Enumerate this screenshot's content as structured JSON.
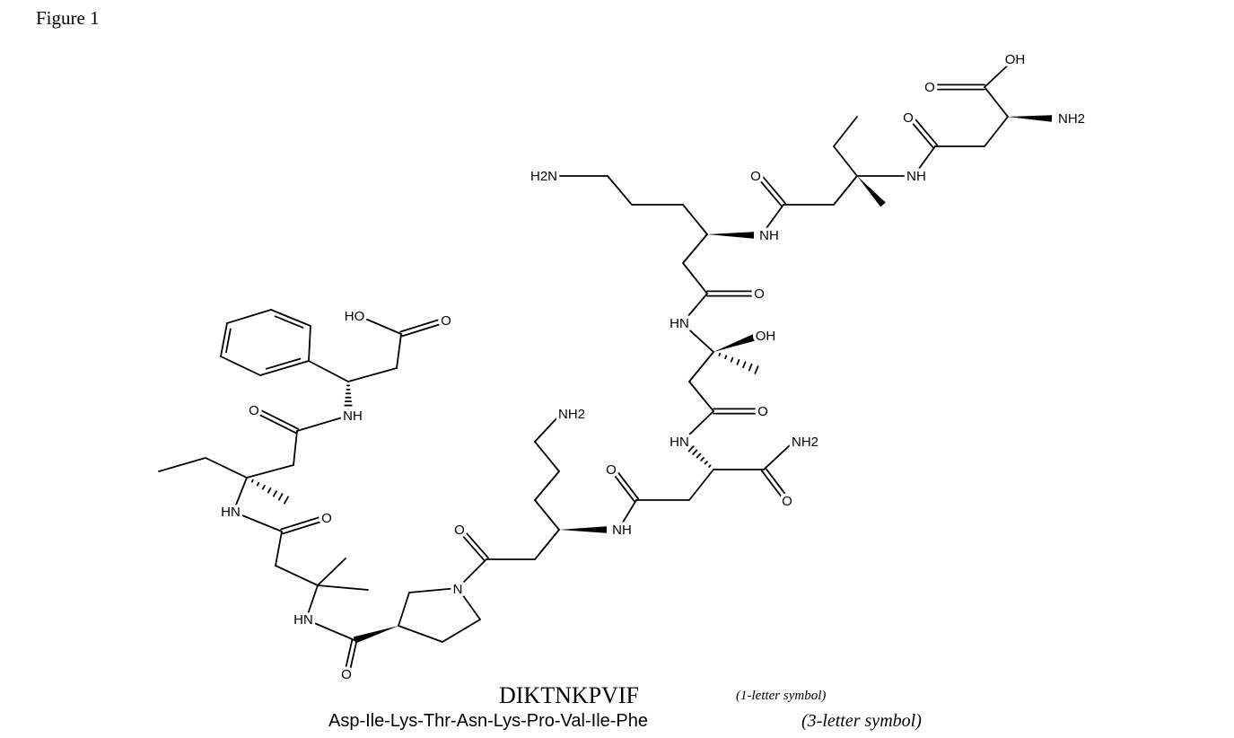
{
  "figure_label": "Figure 1",
  "structure": {
    "atom_labels": [
      "OH",
      "O",
      "NH2",
      "O",
      "NH",
      "O",
      "NH",
      "H2N",
      "O",
      "HN",
      "OH",
      "O",
      "HN",
      "NH2",
      "O",
      "O",
      "NH",
      "NH2",
      "O",
      "N",
      "O",
      "HN",
      "O",
      "HN",
      "O",
      "NH",
      "O",
      "HO"
    ]
  },
  "caption": {
    "one_letter": "DIKTNKPVIF",
    "one_letter_note": "(1-letter symbol)",
    "three_letter": "Asp-Ile-Lys-Thr-Asn-Lys-Pro-Val-Ile-Phe",
    "three_letter_note": "(3-letter symbol)"
  }
}
